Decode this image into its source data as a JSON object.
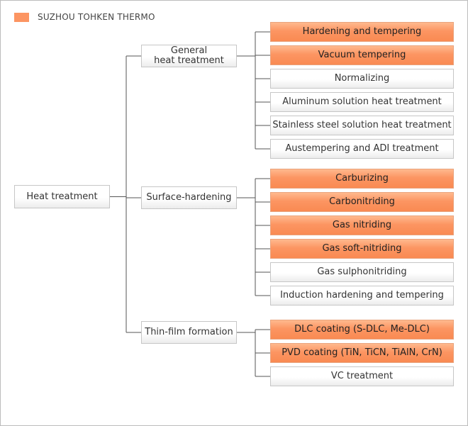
{
  "legend": {
    "label": "SUZHOU TOHKEN THERMO",
    "color": "#fc9562"
  },
  "root": {
    "label": "Heat treatment"
  },
  "categories": [
    {
      "label_lines": [
        "General",
        "heat treatment"
      ],
      "items": [
        {
          "label": "Hardening and tempering",
          "highlighted": true
        },
        {
          "label": "Vacuum tempering",
          "highlighted": true
        },
        {
          "label": "Normalizing",
          "highlighted": false
        },
        {
          "label": "Aluminum solution heat treatment",
          "highlighted": false
        },
        {
          "label": "Stainless steel solution heat treatment",
          "highlighted": false
        },
        {
          "label": "Austempering and ADI treatment",
          "highlighted": false
        }
      ]
    },
    {
      "label_lines": [
        "Surface-hardening"
      ],
      "items": [
        {
          "label": "Carburizing",
          "highlighted": true
        },
        {
          "label": "Carbonitriding",
          "highlighted": true
        },
        {
          "label": "Gas nitriding",
          "highlighted": true
        },
        {
          "label": "Gas soft-nitriding",
          "highlighted": true
        },
        {
          "label": "Gas sulphonitriding",
          "highlighted": false
        },
        {
          "label": "Induction hardening and tempering",
          "highlighted": false
        }
      ]
    },
    {
      "label_lines": [
        "Thin-film formation"
      ],
      "items": [
        {
          "label": "DLC coating (S-DLC, Me-DLC)",
          "highlighted": true
        },
        {
          "label": "PVD coating (TiN, TiCN, TiAlN, CrN)",
          "highlighted": true
        },
        {
          "label": "VC treatment",
          "highlighted": false
        }
      ]
    }
  ]
}
